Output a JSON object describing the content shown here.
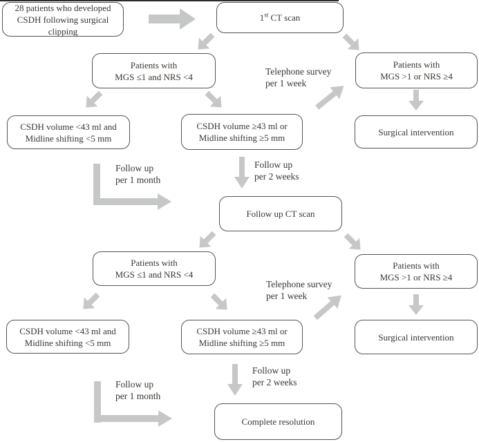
{
  "colors": {
    "box_border": "#515254",
    "text": "#3a3531",
    "arrow": "#c6c8c7"
  },
  "boxes": {
    "start": {
      "line1": "28 patients who developed",
      "line2": "CSDH following surgical",
      "line3": "clipping"
    },
    "first_ct": {
      "num": "1",
      "sup": "st",
      "rest": " CT scan"
    },
    "patients_low_1": {
      "line1": "Patients with",
      "line2": "MGS ≤1 and NRS <4"
    },
    "patients_high_1": {
      "line1": "Patients with",
      "line2": "MGS >1 or NRS ≥4"
    },
    "csdh_small_1": {
      "line1": "CSDH volume <43 ml and",
      "line2": "Midline shifting <5 mm"
    },
    "csdh_large_1": {
      "line1": "CSDH volume ≥43 ml or",
      "line2": "Midline shifting ≥5 mm"
    },
    "surgical_1": {
      "line1": "Surgical intervention"
    },
    "followup_ct": {
      "line1": "Follow up CT scan"
    },
    "patients_low_2": {
      "line1": "Patients with",
      "line2": "MGS ≤1 and NRS <4"
    },
    "patients_high_2": {
      "line1": "Patients with",
      "line2": "MGS >1 or NRS ≥4"
    },
    "csdh_small_2": {
      "line1": "CSDH volume <43 ml and",
      "line2": "Midline shifting <5 mm"
    },
    "csdh_large_2": {
      "line1": "CSDH volume ≥43 ml or",
      "line2": "Midline shifting ≥5 mm"
    },
    "surgical_2": {
      "line1": "Surgical intervention"
    },
    "complete": {
      "line1": "Complete resolution"
    }
  },
  "labels": {
    "telephone_1": {
      "line1": "Telephone survey",
      "line2": "per 1 week"
    },
    "followup_month_1": {
      "line1": "Follow up",
      "line2": "per 1 month"
    },
    "followup_2weeks_1": {
      "line1": "Follow up",
      "line2": "per 2 weeks"
    },
    "telephone_2": {
      "line1": "Telephone survey",
      "line2": "per 1 week"
    },
    "followup_month_2": {
      "line1": "Follow up",
      "line2": "per 1 month"
    },
    "followup_2weeks_2": {
      "line1": "Follow up",
      "line2": "per 2 weeks"
    }
  }
}
